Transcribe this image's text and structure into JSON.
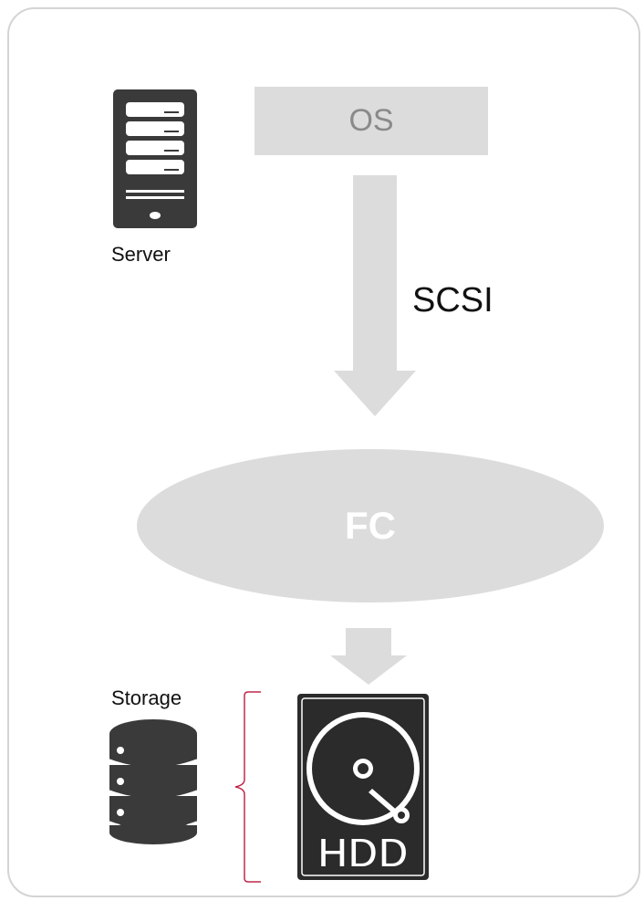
{
  "diagram": {
    "os_label": "OS",
    "server_label": "Server",
    "protocol_label": "SCSI",
    "network_label": "FC",
    "storage_label": "Storage",
    "disk_label": "HDD"
  },
  "icons": {
    "server": "server-icon",
    "storage": "database-stack-icon",
    "disk": "hard-disk-icon"
  },
  "colors": {
    "icon_dark": "#3a3a3a",
    "block_gray": "#dcdcdc",
    "bracket_red": "#c0284a"
  }
}
